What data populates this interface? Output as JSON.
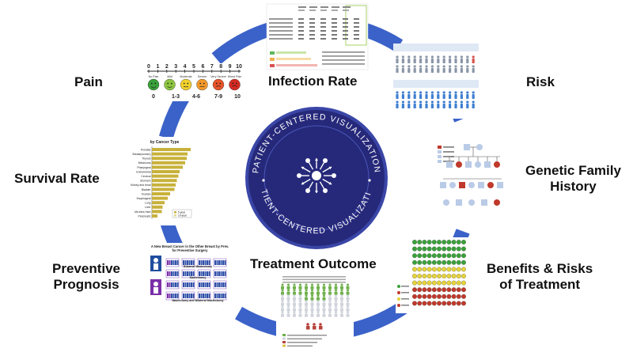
{
  "center": {
    "ring_text_top": "PATIENT-CENTERED VISUALIZATION",
    "ring_text_bottom": "PATIENT-CENTERED VISUALIZATION",
    "icon": "network-hub-icon"
  },
  "colors": {
    "ring_blue": "#3b62c9",
    "center_navy": "#26297a",
    "center_rim": "#3a46a6",
    "text": "#111111"
  },
  "labels": {
    "pain": "Pain",
    "infection_rate": "Infection Rate",
    "risk": "Risk",
    "genetic_line1": "Genetic Family",
    "genetic_line2": "History",
    "survival_rate": "Survival Rate",
    "preventive_line1": "Preventive",
    "preventive_line2": "Prognosis",
    "treatment_outcome": "Treatment Outcome",
    "benefits_line1": "Benefits & Risks",
    "benefits_line2": "of Treatment"
  },
  "pain_scale": {
    "numbers": [
      "0",
      "1",
      "2",
      "3",
      "4",
      "5",
      "6",
      "7",
      "8",
      "9",
      "10"
    ],
    "faces": [
      "No Pain",
      "Mild",
      "Moderate",
      "Severe",
      "Very Severe",
      "Worst Pain"
    ],
    "ranges": [
      "0",
      "1-3",
      "4-6",
      "7-9",
      "10"
    ],
    "face_colors": [
      "#3aa13a",
      "#8cc63f",
      "#f2d12e",
      "#f39a2b",
      "#e8542a",
      "#d62a22"
    ]
  },
  "survival_chart": {
    "title": "by Cancer Type",
    "categories": [
      "Prostate",
      "Breast(women)",
      "Thyroid",
      "Melanoma",
      "Pharyngeal",
      "Endometrial",
      "Cervical",
      "Stomach",
      "Kidney and renal",
      "Bladder",
      "Ovarian",
      "Esophageal",
      "Lung",
      "Liver",
      "Ma intra Ham",
      "Pancreatic"
    ],
    "values": [
      98,
      90,
      88,
      84,
      78,
      70,
      67,
      63,
      60,
      57,
      46,
      40,
      32,
      27,
      25,
      14
    ],
    "legend": [
      "5-year",
      "10-year"
    ]
  },
  "preventive_chart": {
    "title": "A New Breast Cancer in the Other Breast by Prev.",
    "subtitle": "for Preventive Surgery",
    "sections": [
      "Bilateral Mastectomy",
      "Mastectomy",
      "Mastectomy and Bilateral Mastectomy"
    ]
  }
}
